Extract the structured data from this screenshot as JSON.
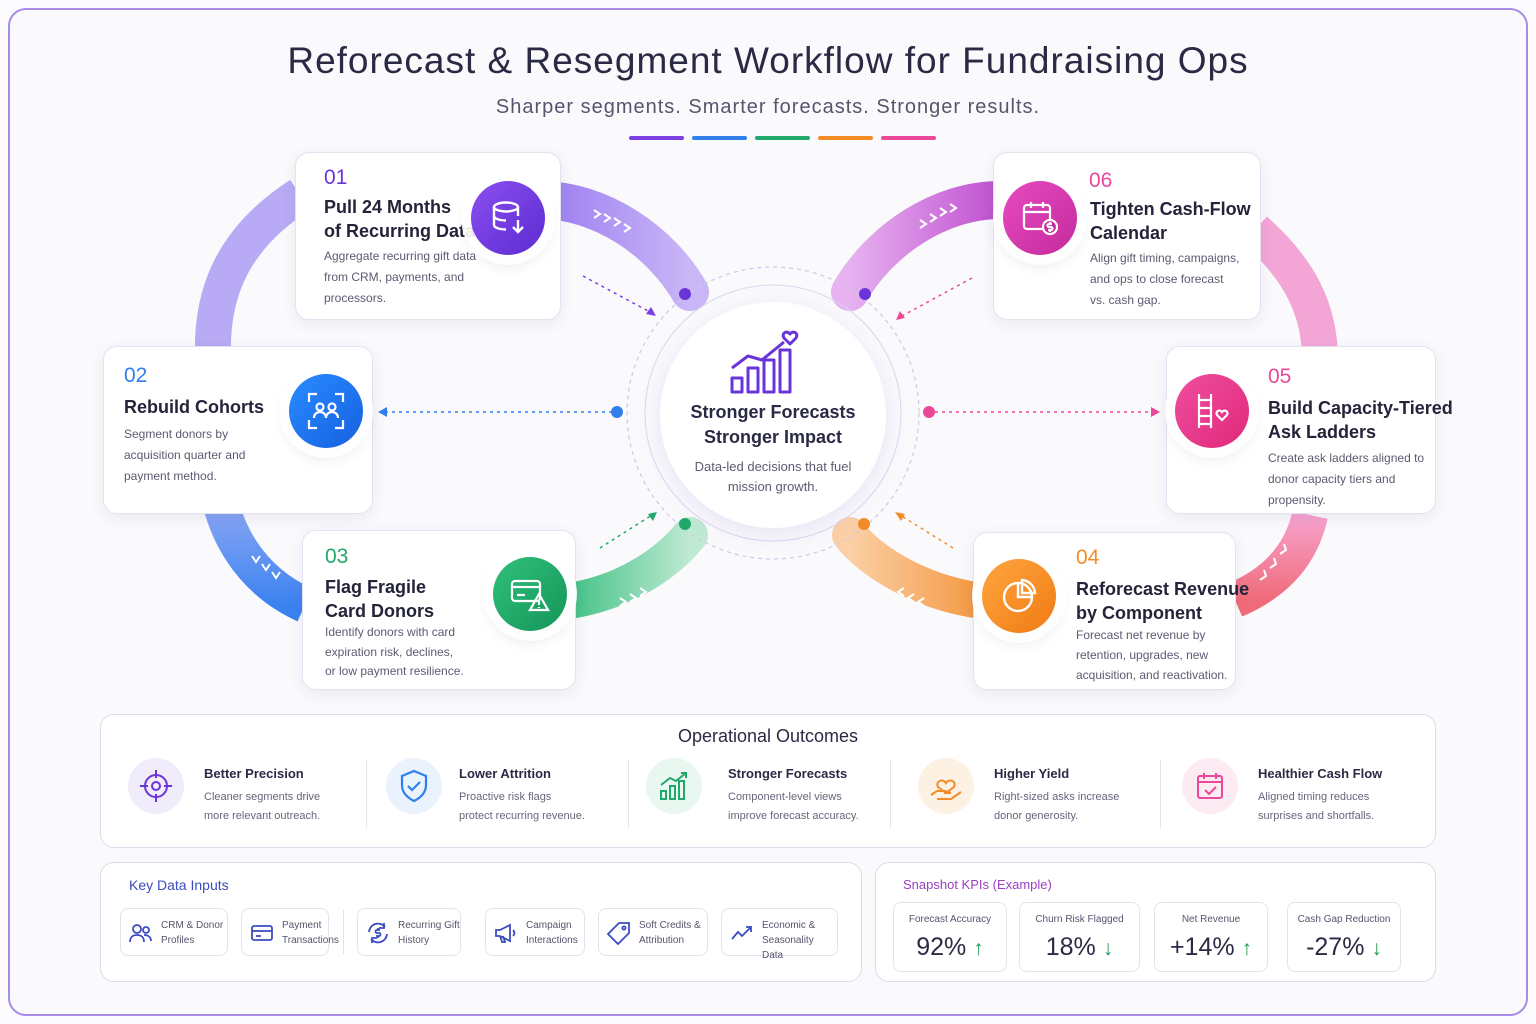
{
  "header": {
    "title": "Reforecast & Resegment Workflow for Fundraising Ops",
    "subtitle": "Sharper segments. Smarter forecasts. Stronger results.",
    "accent_colors": [
      "#7b3fe4",
      "#2f80ed",
      "#22a86b",
      "#f28c28",
      "#ec4899"
    ]
  },
  "center": {
    "title_line1": "Stronger Forecasts",
    "title_line2": "Stronger Impact",
    "desc": "Data-led decisions that fuel mission growth.",
    "icon": "bar-chart-heart-icon"
  },
  "steps": [
    {
      "num": "01",
      "title_l1": "Pull 24 Months",
      "title_l2": "of Recurring Data",
      "desc_l1": "Aggregate recurring gift data",
      "desc_l2": "from CRM, payments, and",
      "desc_l3": "processors.",
      "icon": "database-download-icon",
      "color": "#7b3fe4"
    },
    {
      "num": "02",
      "title_l1": "Rebuild Cohorts",
      "title_l2": "",
      "desc_l1": "Segment donors by",
      "desc_l2": "acquisition quarter and",
      "desc_l3": "payment method.",
      "icon": "user-group-scan-icon",
      "color": "#2f80ed"
    },
    {
      "num": "03",
      "title_l1": "Flag Fragile",
      "title_l2": "Card Donors",
      "desc_l1": "Identify donors with card",
      "desc_l2": "expiration risk, declines,",
      "desc_l3": "or low payment resilience.",
      "icon": "card-warning-icon",
      "color": "#22a86b"
    },
    {
      "num": "04",
      "title_l1": "Reforecast Revenue",
      "title_l2": "by Component",
      "desc_l1": "Forecast net revenue by",
      "desc_l2": "retention, upgrades, new",
      "desc_l3": "acquisition, and reactivation.",
      "icon": "pie-chart-icon",
      "color": "#f28c28"
    },
    {
      "num": "05",
      "title_l1": "Build Capacity-Tiered",
      "title_l2": "Ask Ladders",
      "desc_l1": "Create ask ladders aligned to",
      "desc_l2": "donor capacity tiers and",
      "desc_l3": "propensity.",
      "icon": "ladder-heart-icon",
      "color": "#ec4899"
    },
    {
      "num": "06",
      "title_l1": "Tighten Cash-Flow",
      "title_l2": "Calendar",
      "desc_l1": "Align gift timing, campaigns,",
      "desc_l2": "and ops to close forecast",
      "desc_l3": "vs. cash gap.",
      "icon": "calendar-dollar-icon",
      "color": "#d946b8"
    }
  ],
  "outcomes": {
    "title": "Operational Outcomes",
    "items": [
      {
        "title": "Better Precision",
        "desc_l1": "Cleaner segments drive",
        "desc_l2": "more relevant outreach.",
        "icon": "target-icon"
      },
      {
        "title": "Lower Attrition",
        "desc_l1": "Proactive risk flags",
        "desc_l2": "protect recurring revenue.",
        "icon": "shield-check-icon"
      },
      {
        "title": "Stronger Forecasts",
        "desc_l1": "Component-level views",
        "desc_l2": "improve forecast accuracy.",
        "icon": "chart-up-icon"
      },
      {
        "title": "Higher Yield",
        "desc_l1": "Right-sized asks increase",
        "desc_l2": "donor generosity.",
        "icon": "hand-heart-icon"
      },
      {
        "title": "Healthier Cash Flow",
        "desc_l1": "Aligned timing reduces",
        "desc_l2": "surprises and shortfalls.",
        "icon": "calendar-check-icon"
      }
    ]
  },
  "inputs": {
    "title": "Key Data Inputs",
    "items": [
      {
        "l1": "CRM & Donor",
        "l2": "Profiles",
        "icon": "users-icon"
      },
      {
        "l1": "Payment",
        "l2": "Transactions",
        "icon": "credit-card-icon"
      },
      {
        "l1": "Recurring Gift",
        "l2": "History",
        "icon": "recurring-dollar-icon"
      },
      {
        "l1": "Campaign",
        "l2": "Interactions",
        "icon": "megaphone-icon"
      },
      {
        "l1": "Soft Credits &",
        "l2": "Attribution",
        "icon": "tag-icon"
      },
      {
        "l1": "Economic &",
        "l2": "Seasonality Data",
        "icon": "trend-line-icon"
      }
    ]
  },
  "kpis": {
    "title": "Snapshot KPIs (Example)",
    "items": [
      {
        "label": "Forecast Accuracy",
        "value": "92%",
        "arrow": "↑"
      },
      {
        "label": "Churn Risk Flagged",
        "value": "18%",
        "arrow": "↓"
      },
      {
        "label": "Net Revenue",
        "value": "+14%",
        "arrow": "↑"
      },
      {
        "label": "Cash Gap Reduction",
        "value": "-27%",
        "arrow": "↓"
      }
    ]
  }
}
